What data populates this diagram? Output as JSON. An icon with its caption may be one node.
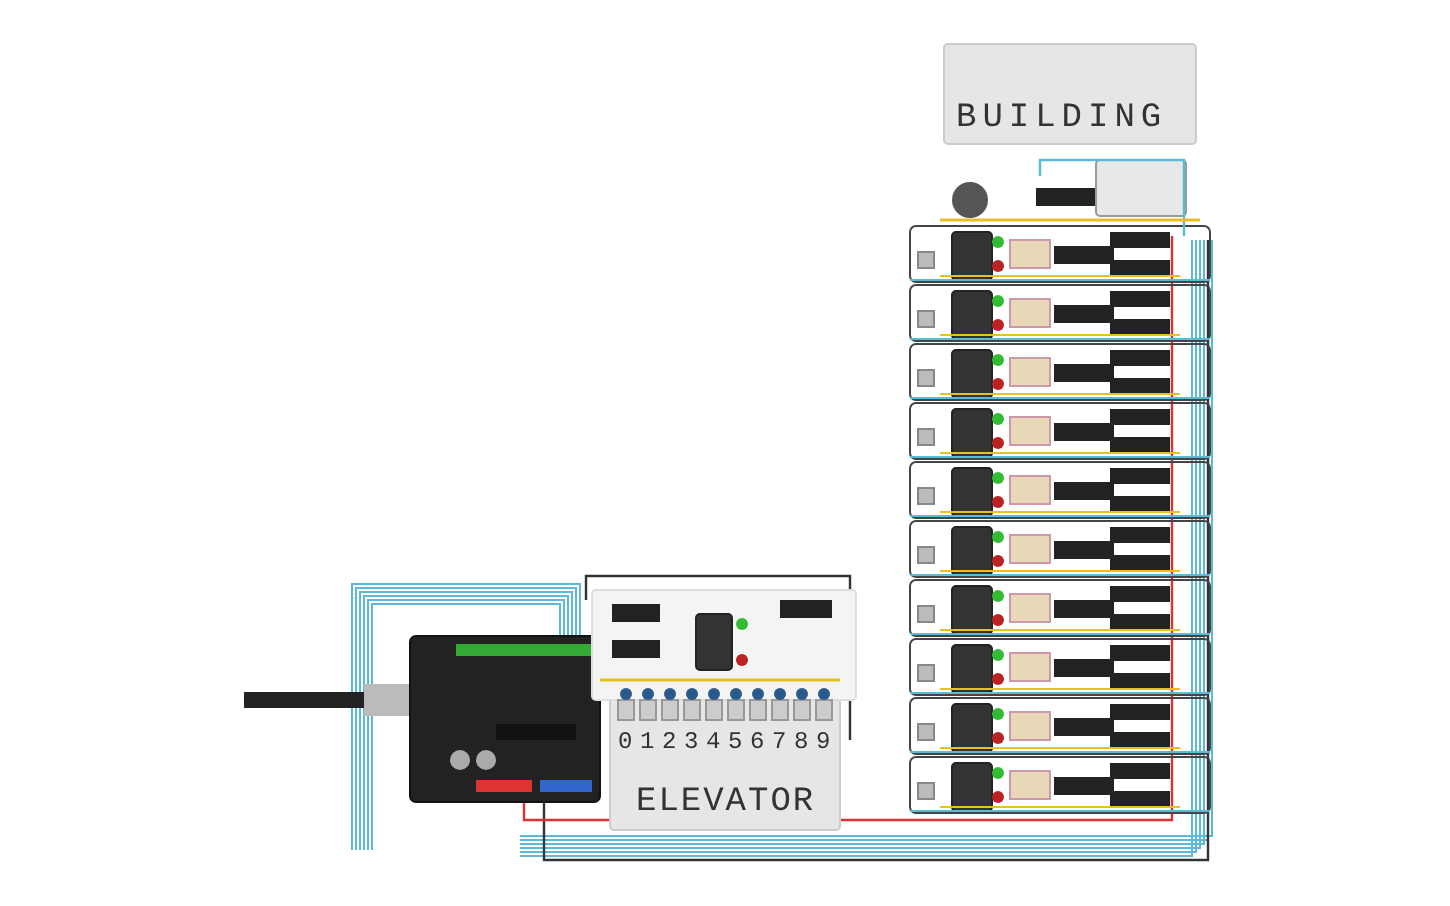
{
  "diagram": {
    "labels": [
      "BUILDING",
      "0",
      "1",
      "2",
      "3",
      "4",
      "5",
      "6",
      "7",
      "8",
      "9",
      "ELEVATOR"
    ]
  }
}
